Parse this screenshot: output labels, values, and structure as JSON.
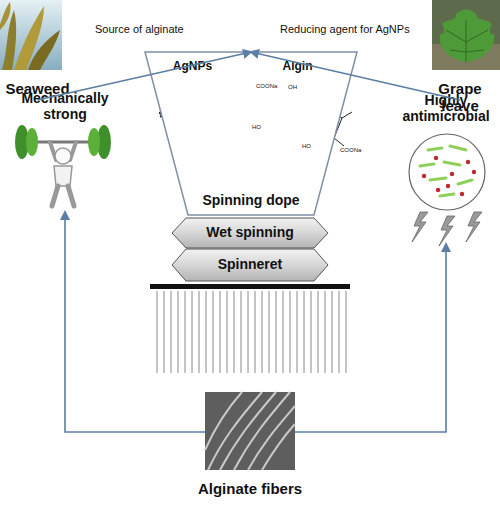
{
  "diagram": {
    "nodes": [
      {
        "text": [
          "Seaweed"
        ]
      },
      {
        "text": [
          "Grape leave"
        ]
      },
      {
        "text": [
          "AgNPs",
          "Algin",
          "Spinning dope"
        ]
      },
      {
        "text": [
          "Wet spinning"
        ]
      },
      {
        "text": [
          "Spinneret"
        ]
      },
      {
        "text": [
          "Mechanically strong"
        ]
      },
      {
        "text": [
          "Highly antimicrobial"
        ]
      },
      {
        "text": [
          "Alginate fibers"
        ]
      }
    ],
    "edges": [
      {
        "from": 0,
        "to": 2,
        "label": "Source of alginate",
        "arrow": "to"
      },
      {
        "from": 1,
        "to": 2,
        "label": "Reducing agent for AgNPs",
        "arrow": "to"
      },
      {
        "from": 7,
        "to": 5,
        "arrow": "to"
      },
      {
        "from": 7,
        "to": 6,
        "arrow": "to"
      }
    ],
    "labels": [
      "COONa",
      "HO",
      "OH",
      "HO",
      "COONa"
    ]
  }
}
